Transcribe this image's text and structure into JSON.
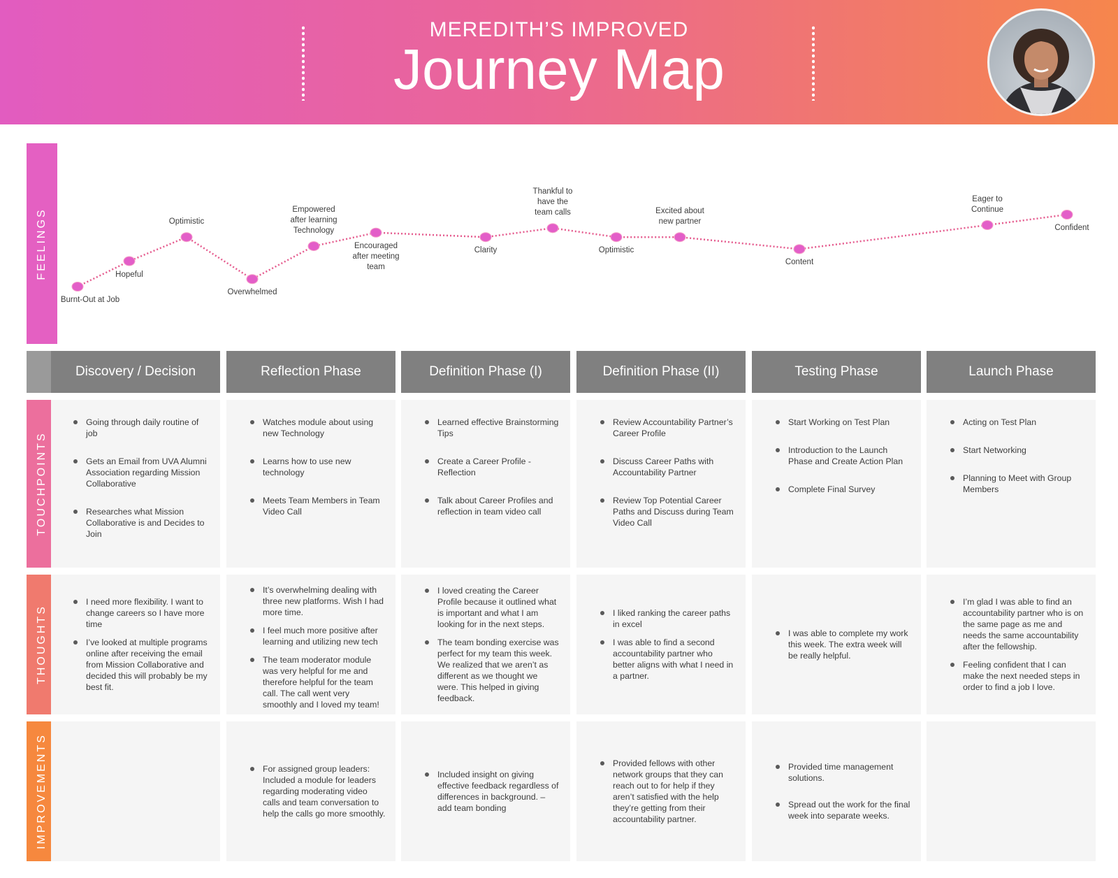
{
  "header": {
    "subtitle": "MEREDITH’S IMPROVED",
    "title": "Journey Map",
    "avatar_icon": "person-photo"
  },
  "colors": {
    "gradient_start": "#e25cc0",
    "gradient_end": "#f6864c",
    "feelings_band": "#e460c2",
    "touchpoints_band": "#ec6f9d",
    "thoughts_band": "#f07a6e",
    "improvements_band": "#f6883e",
    "phase_header": "#808080",
    "line": "#e55b8e",
    "marker": "#e35ec8"
  },
  "row_labels": {
    "feelings": "FEELINGS",
    "touchpoints": "TOUCHPOINTS",
    "thoughts": "THOUGHTS",
    "improvements": "IMPROVEMENTS"
  },
  "chart_data": {
    "type": "line",
    "title": "",
    "points": [
      {
        "label": "Burnt-Out at Job",
        "value": 1
      },
      {
        "label": "Hopeful",
        "value": 2.7
      },
      {
        "label": "Optimistic",
        "value": 4.3
      },
      {
        "label": "Overwhelmed",
        "value": 1.5
      },
      {
        "label": "Empowered after learning Technology",
        "value": 3.7
      },
      {
        "label": "Encouraged after meeting team",
        "value": 4.6
      },
      {
        "label": "Clarity",
        "value": 4.3
      },
      {
        "label": "Thankful to have the team calls",
        "value": 4.9
      },
      {
        "label": "Optimistic",
        "value": 4.3
      },
      {
        "label": "Excited about new partner",
        "value": 4.3
      },
      {
        "label": "Content",
        "value": 3.5
      },
      {
        "label": "Eager to Continue",
        "value": 5.1
      },
      {
        "label": "Confident",
        "value": 5.8
      }
    ]
  },
  "phases": [
    {
      "name": "Discovery / Decision",
      "touchpoints": [
        "Going through daily routine of job",
        "Gets an Email from UVA Alumni Association regarding Mission Collaborative",
        "Researches what Mission Collaborative is and Decides to Join"
      ],
      "thoughts": [
        "I need more flexibility. I want to change careers so I have more time",
        "I’ve looked at multiple programs online after receiving the email from Mission Collaborative and decided this will probably be my best fit."
      ],
      "improvements": []
    },
    {
      "name": "Reflection Phase",
      "touchpoints": [
        "Watches module about using new Technology",
        "Learns how to use new technology",
        "Meets Team Members in Team Video Call"
      ],
      "thoughts": [
        "It’s overwhelming dealing with three new platforms. Wish I had more time.",
        "I feel much more positive after learning and utilizing new tech",
        "The team moderator module was very helpful for me and therefore helpful for the team call. The call went very smoothly and I loved my team!"
      ],
      "improvements": [
        "For assigned group leaders: Included a module for leaders regarding moderating video calls and team conversation to help the calls go more smoothly."
      ]
    },
    {
      "name": "Definition Phase (I)",
      "touchpoints": [
        "Learned effective Brainstorming Tips",
        "Create a Career Profile - Reflection",
        "Talk about Career Profiles and reflection in team video call"
      ],
      "thoughts": [
        "I loved creating the Career Profile because it outlined what is important and what I am looking for in the next steps.",
        "The team bonding exercise was perfect for my team this week. We realized that we aren’t as different as we thought we were. This helped in giving feedback."
      ],
      "improvements": [
        "Included insight on giving effective feedback regardless of differences in background. – add team bonding"
      ]
    },
    {
      "name": "Definition Phase (II)",
      "touchpoints": [
        "Review Accountability Partner’s Career Profile",
        "Discuss Career Paths with Accountability Partner",
        "Review Top Potential Career Paths and Discuss during Team Video Call"
      ],
      "thoughts": [
        "I liked ranking the career paths in excel",
        "I was able to find a second accountability partner who better aligns with what I need in a partner."
      ],
      "improvements": [
        "Provided fellows with other network groups that they can reach out to for help if they aren’t satisfied with the help they’re getting from their accountability partner."
      ]
    },
    {
      "name": "Testing Phase",
      "touchpoints": [
        "Start Working on Test Plan",
        "Introduction to the Launch Phase and Create Action Plan",
        "Complete Final Survey"
      ],
      "thoughts": [
        "I was able to complete my work this week. The extra week will be really helpful."
      ],
      "improvements": [
        "Provided time management solutions.",
        "Spread out the work for the final week into separate weeks."
      ]
    },
    {
      "name": "Launch Phase",
      "touchpoints": [
        "Acting on Test Plan",
        "Start Networking",
        "Planning to Meet with Group Members"
      ],
      "thoughts": [
        "I’m glad I was able to find an accountability partner who is on the same page as me and needs the same accountability after the fellowship.",
        "Feeling confident that I can make the next needed steps in order to find a job I love."
      ],
      "improvements": []
    }
  ]
}
